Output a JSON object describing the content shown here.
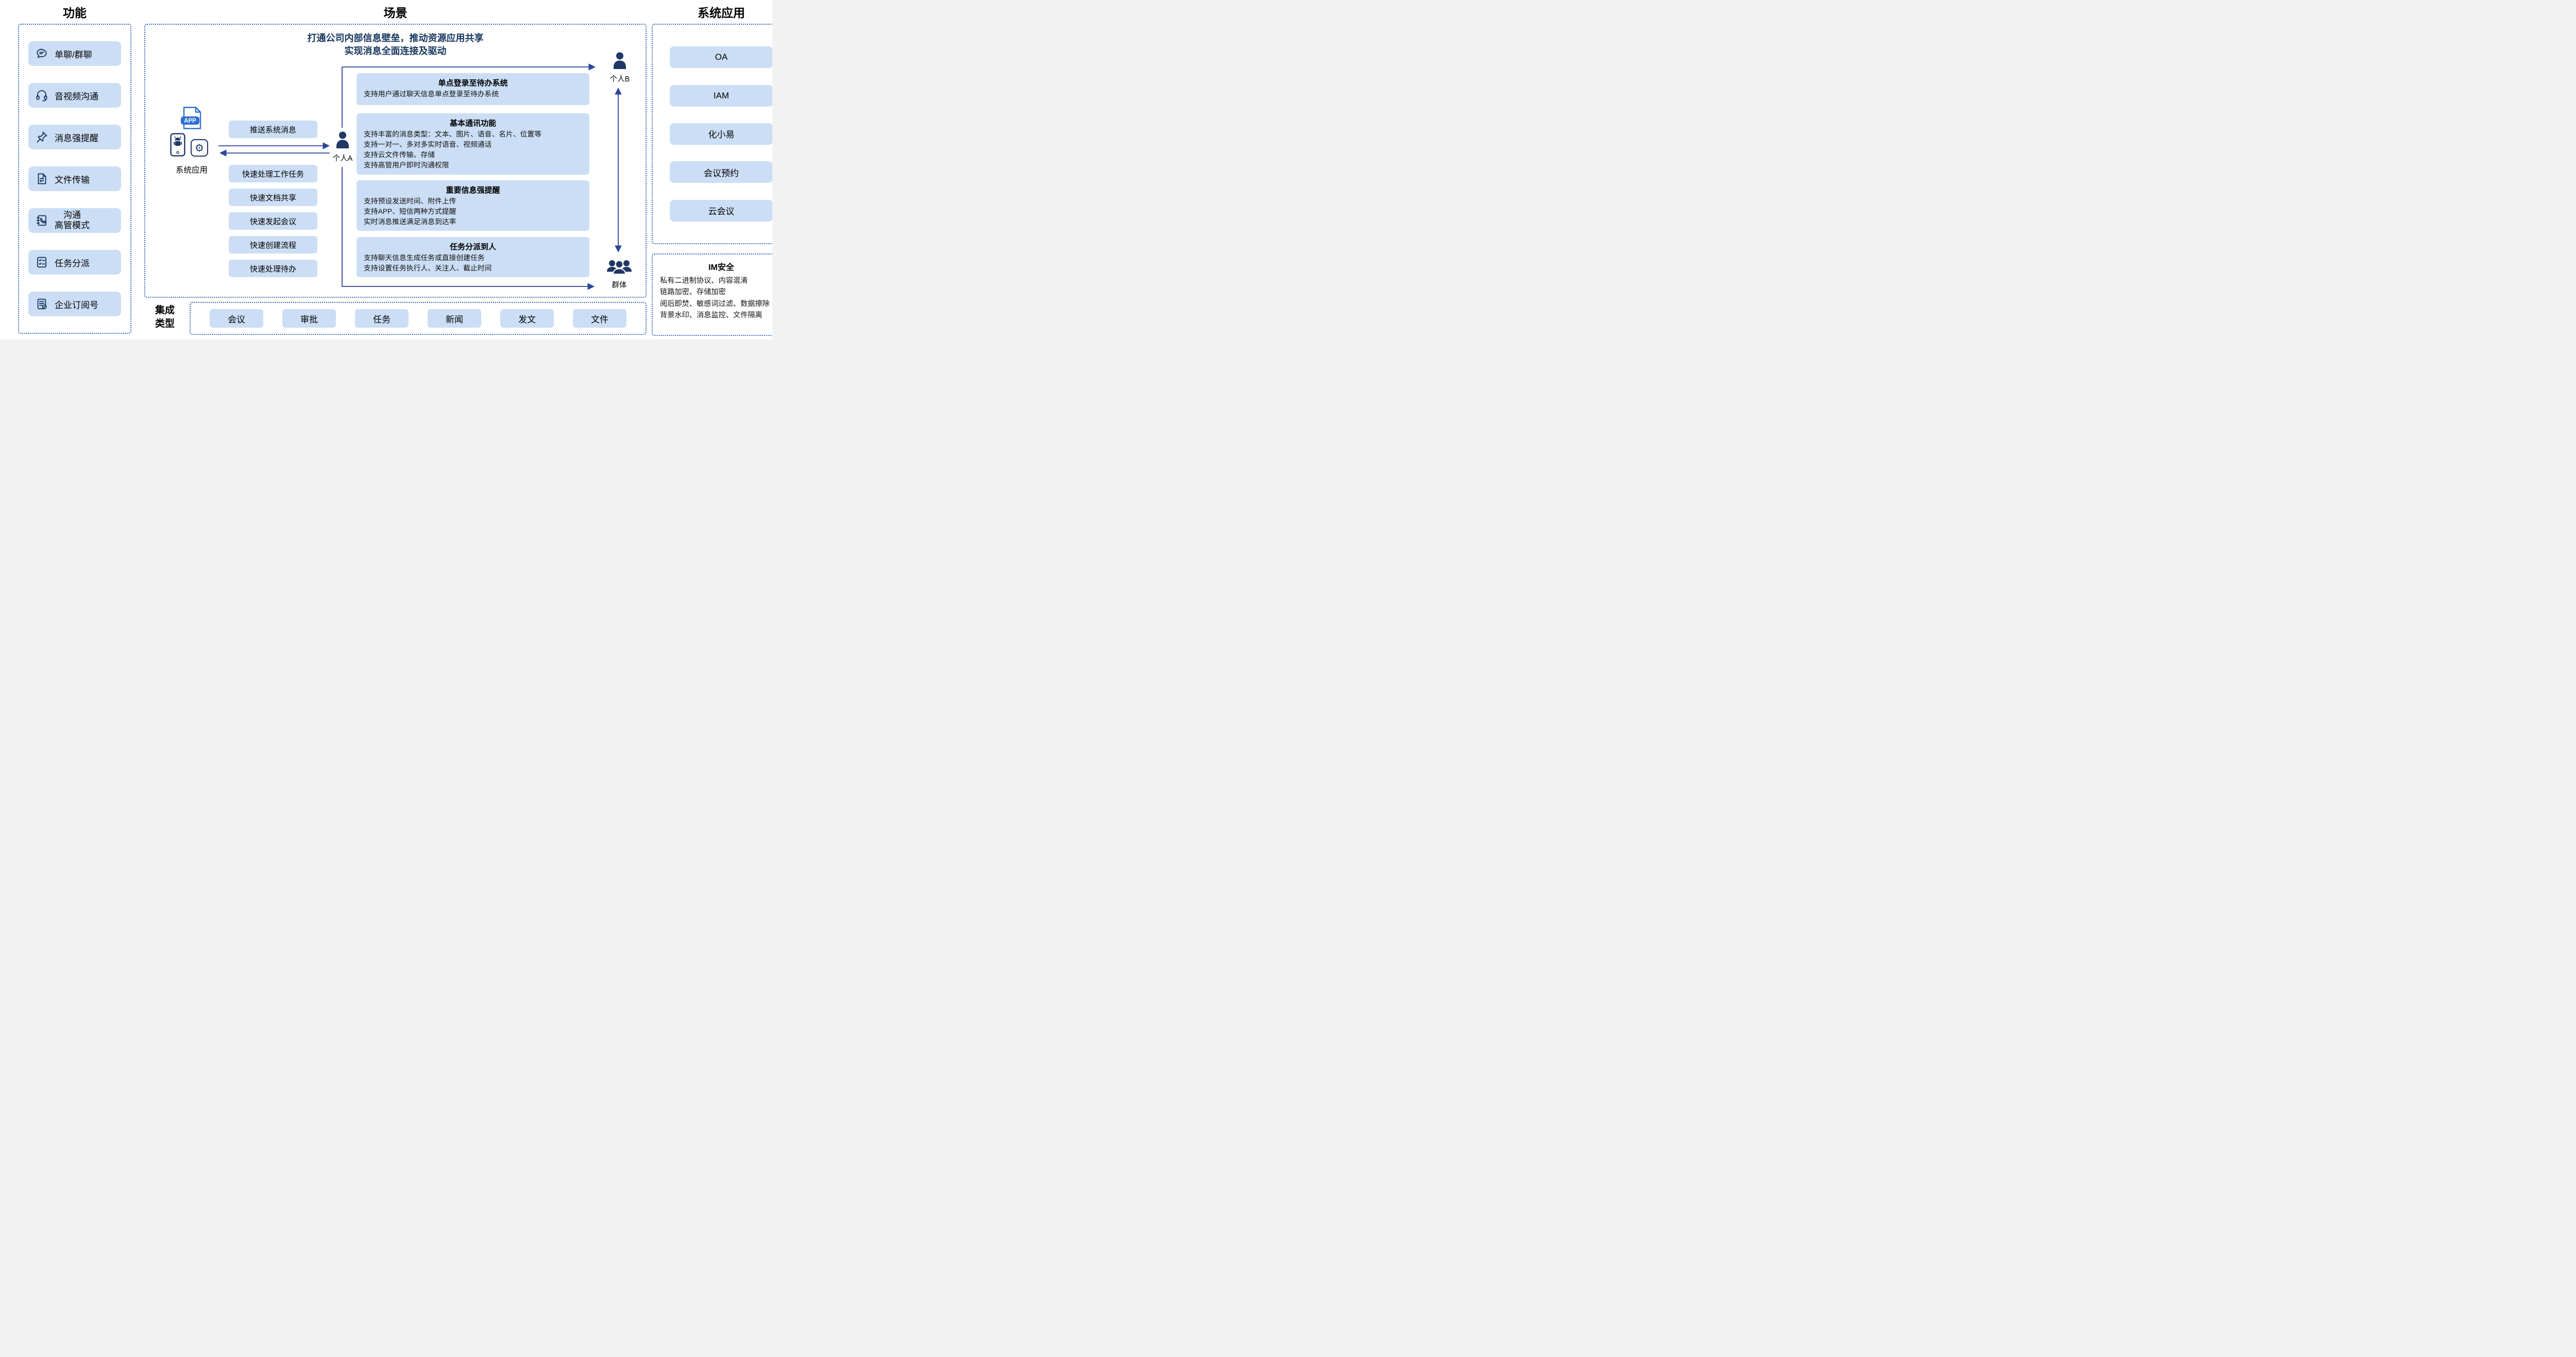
{
  "headers": {
    "functions": "功能",
    "scenarios": "场景",
    "system_apps": "系统应用"
  },
  "functions_panel": {
    "items": [
      {
        "icon": "chat-icon",
        "label": "单聊/群聊"
      },
      {
        "icon": "headset-icon",
        "label": "音视频沟通"
      },
      {
        "icon": "pin-icon",
        "label": "消息强提醒"
      },
      {
        "icon": "file-transfer-icon",
        "label": "文件传输"
      },
      {
        "icon": "contact-book-icon",
        "label_line1": "沟通",
        "label_line2": "高管模式"
      },
      {
        "icon": "task-list-icon",
        "label": "任务分派"
      },
      {
        "icon": "subscription-icon",
        "label": "企业订阅号"
      }
    ]
  },
  "scenario": {
    "banner_line1": "打通公司内部信息壁垒，推动资源应用共享",
    "banner_line2": "实现消息全面连接及驱动",
    "system_app_label": "系统应用",
    "app_badge": "APP",
    "push_button": "推送系统消息",
    "quick_buttons": [
      "快速处理工作任务",
      "快速文档共享",
      "快速发起会议",
      "快速创建流程",
      "快速处理待办"
    ],
    "person_a_label": "个人A",
    "person_b_label": "个人B",
    "group_label": "群体",
    "cards": [
      {
        "title": "单点登录至待办系统",
        "lines": [
          "支持用户通过聊天信息单点登录至待办系统"
        ]
      },
      {
        "title": "基本通讯功能",
        "lines": [
          "支持丰富的消息类型：文本、图片、语音、名片、位置等",
          "支持一对一、多对多实时语音、视频通话",
          "支持云文件传输、存储",
          "支持高管用户即时沟通权限"
        ]
      },
      {
        "title": "重要信息强提醒",
        "lines": [
          "支持预设发送时间、附件上传",
          "支持APP、短信两种方式提醒",
          "实时消息推送满足消息到达率"
        ]
      },
      {
        "title": "任务分派到人",
        "lines": [
          "支持聊天信息生成任务或直接创建任务",
          "支持设置任务执行人、关注人、截止时间"
        ]
      }
    ]
  },
  "integration": {
    "label_line1": "集成",
    "label_line2": "类型",
    "items": [
      "会议",
      "审批",
      "任务",
      "新闻",
      "发文",
      "文件"
    ]
  },
  "system_apps": {
    "items": [
      "OA",
      "IAM",
      "化小易",
      "会议预约",
      "云会议"
    ]
  },
  "im_security": {
    "title": "IM安全",
    "lines": [
      "私有二进制协议、内容混淆",
      "链路加密、存储加密",
      "阅后即焚、敏感词过滤、数据擦除",
      "背景水印、消息监控、文件隔离"
    ]
  },
  "icon_glyphs": {
    "gear": "⚙"
  },
  "colors": {
    "box_fill": "#cbdef5",
    "navy": "#1f3864",
    "banner_text": "#17375e",
    "arrow": "#2a4599",
    "dotted_border": "#3465b4",
    "app_badge_blue": "#2f6fd0"
  }
}
